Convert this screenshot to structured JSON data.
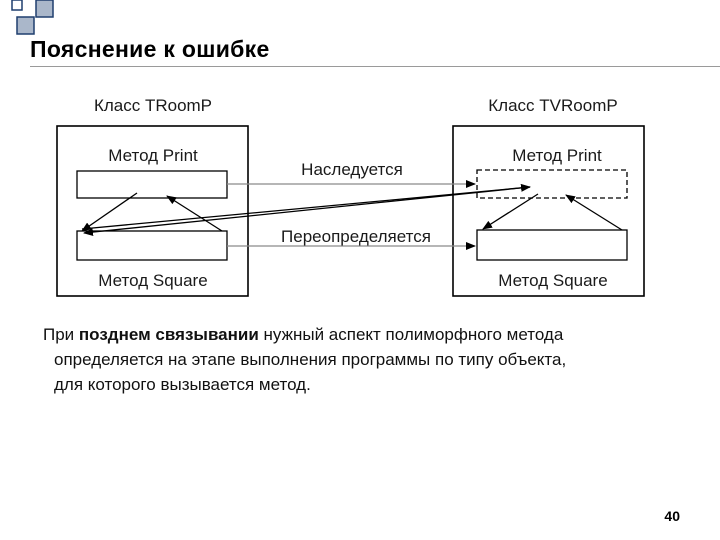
{
  "slide": {
    "title": "Пояснение к ошибке",
    "page_number": "40"
  },
  "diagram": {
    "left_class": {
      "title": "Класс TRoomP",
      "print_method": "Метод Print",
      "square_method": "Метод Square"
    },
    "right_class": {
      "title": "Класс TVRoomP",
      "print_method": "Метод Print",
      "square_method": "Метод Square"
    },
    "inherited_label": "Наследуется",
    "overridden_label": "Переопределяется"
  },
  "caption": {
    "prefix": "При ",
    "bold": "позднем связывании",
    "line1_rest": " нужный аспект полиморфного метода",
    "line2": "определяется на этапе выполнения программы по типу объекта,",
    "line3": "для которого вызывается метод."
  },
  "colors": {
    "title_rule": "#9a9a9a",
    "deco_outline": "#1f3e6e",
    "deco_fill": "#aab7ca",
    "diagram_line": "#000000",
    "connector_line": "#8a8a8a"
  }
}
